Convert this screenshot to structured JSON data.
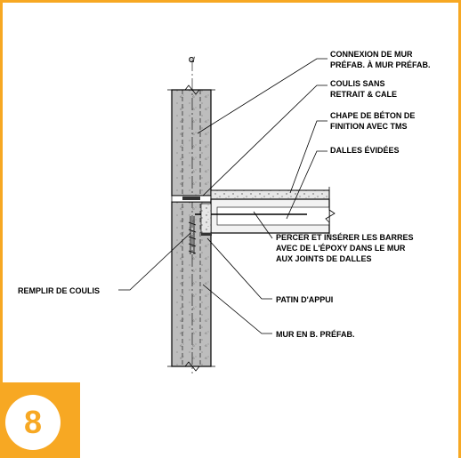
{
  "colors": {
    "accent": "#F7A823",
    "concrete": "#BDBDBD",
    "line": "#000000"
  },
  "badge": {
    "number": "8"
  },
  "centerline_symbol": "C̸",
  "labels": {
    "connexion": [
      "CONNEXION DE MUR",
      "PRÉFAB. À MUR PRÉFAB."
    ],
    "coulis": [
      "COULIS SANS",
      "RETRAIT & CALE"
    ],
    "chape": [
      "CHAPE DE BÉTON DE",
      "FINITION AVEC TMS"
    ],
    "dalles": [
      "DALLES ÉVIDÉES"
    ],
    "percer": [
      "PERCER ET INSÉRER LES BARRES",
      "AVEC DE L'ÉPOXY DANS LE MUR",
      "AUX JOINTS DE DALLES"
    ],
    "remplir": [
      "REMPLIR DE COULIS"
    ],
    "patin": [
      "PATIN D'APPUI"
    ],
    "mur": [
      "MUR EN B. PRÉFAB."
    ]
  }
}
